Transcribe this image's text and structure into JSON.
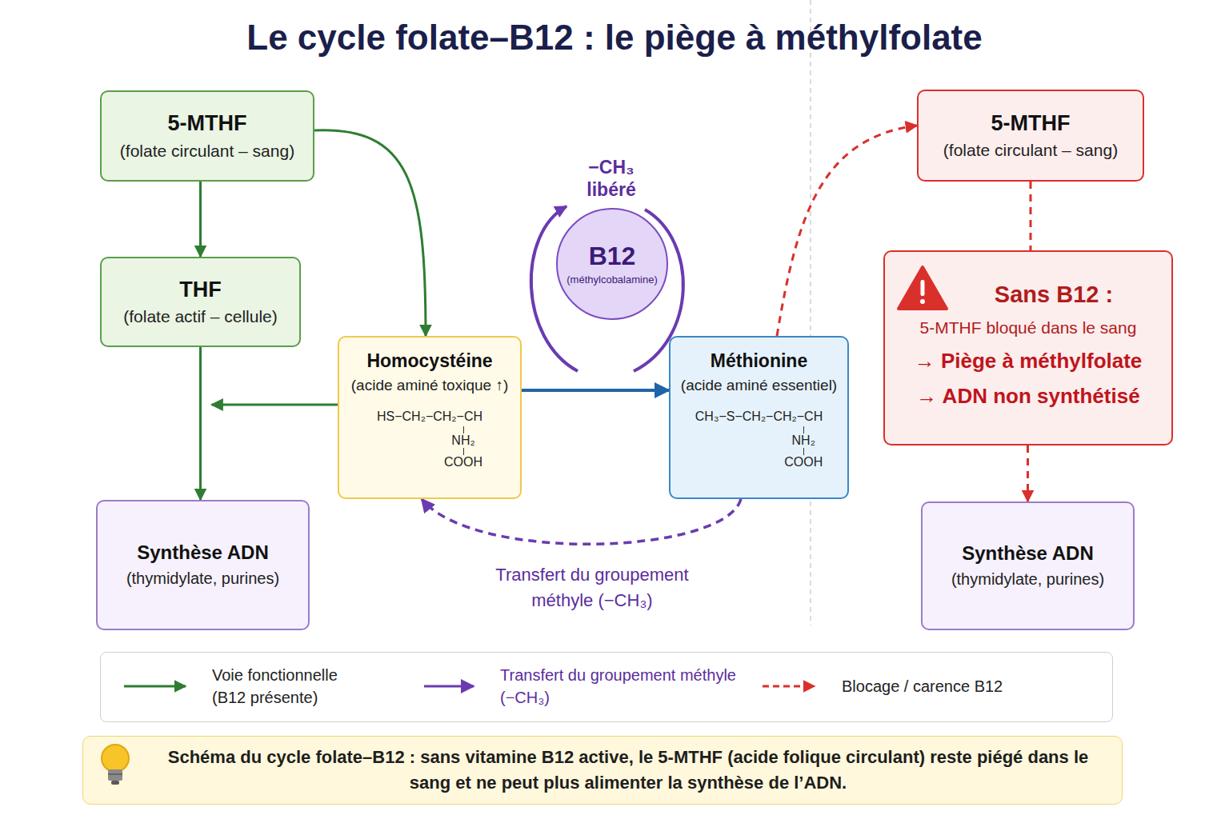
{
  "diagram": {
    "title": "Le cycle folate–B12 : le piège à méthylfolate",
    "caption": "Schéma du cycle folate–B12 : sans vitamine B12 active, le 5-MTHF (acide folique circulant) reste piégé dans le sang et ne peut plus alimenter la synthèse de l’ADN.",
    "nodes": [
      {
        "text": [
          "5-MTHF",
          "(folate circulant – sang)"
        ]
      },
      {
        "text": [
          "THF",
          "(folate actif – cellule)"
        ]
      },
      {
        "text": [
          "Homocystéine",
          "(acide aminé toxique ↑)",
          "HS−CH₂−CH₂−CH",
          "NH₂",
          "COOH"
        ]
      },
      {
        "text": [
          "B12",
          "(méthylcobalamine)"
        ]
      },
      {
        "text": [
          "Méthionine",
          "(acide aminé essentiel)",
          "CH₃−S−CH₂−CH₂−CH",
          "NH₂",
          "COOH"
        ]
      },
      {
        "text": [
          "Synthèse ADN",
          "(thymidylate, purines)"
        ]
      },
      {
        "text": [
          "5-MTHF",
          "(folate circulant – sang)"
        ]
      },
      {
        "text": [
          "Sans B12 :",
          "5-MTHF bloqué dans le sang",
          "→ Piège à méthylfolate",
          "→ ADN non synthétisé"
        ]
      },
      {
        "text": [
          "Synthèse ADN",
          "(thymidylate, purines)"
        ]
      }
    ],
    "edges": [
      {
        "from": 0,
        "to": 1,
        "arrow": "to"
      },
      {
        "from": 0,
        "to": 2,
        "arrow": "to"
      },
      {
        "from": 1,
        "to": 5,
        "arrow": "to"
      },
      {
        "from": 2,
        "to": 5,
        "arrow": "to"
      },
      {
        "from": 2,
        "to": 4,
        "arrow": "to"
      },
      {
        "from": 4,
        "to": 2,
        "label": "Transfert du groupement méthyle (−CH₃)",
        "arrow": "to"
      },
      {
        "from": 4,
        "to": 6,
        "arrow": "to"
      },
      {
        "from": 6,
        "to": 7,
        "arrow": "none"
      },
      {
        "from": 7,
        "to": 8,
        "arrow": "to"
      }
    ],
    "labels": [
      "−CH₃ libéré"
    ],
    "legend": [
      {
        "text": "Voie fonctionnelle (B12 présente)"
      },
      {
        "text": "Transfert du groupement méthyle (−CH₃)"
      },
      {
        "text": "Blocage / carence B12"
      }
    ]
  }
}
